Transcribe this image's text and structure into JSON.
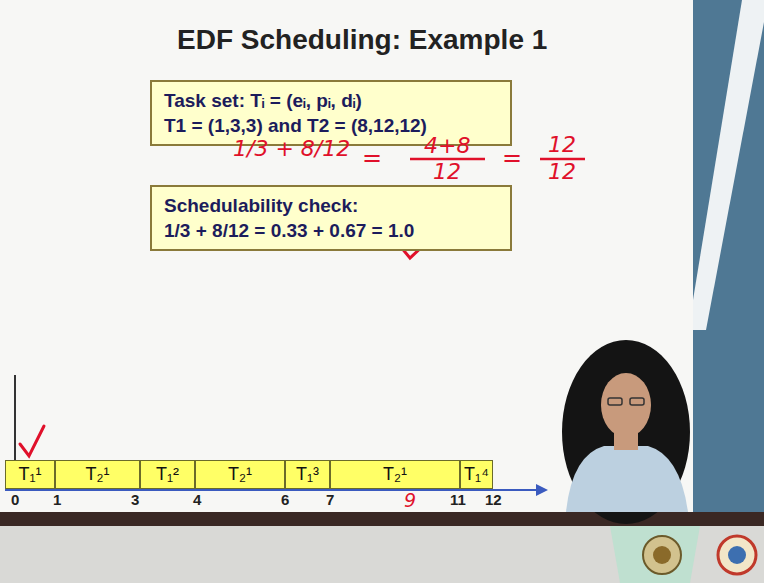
{
  "diagram": {
    "title": "EDF Scheduling: Example 1",
    "nodes": [
      {
        "text": [
          "Task set: Tᵢ = (eᵢ, pᵢ, dᵢ)",
          "T1 = (1,3,3) and T2 = (8,12,12)"
        ]
      },
      {
        "text": [
          "Schedulability check:",
          "1/3 + 8/12 = 0.33 + 0.67 = 1.0"
        ]
      },
      {
        "text": [
          "T₁¹"
        ]
      },
      {
        "text": [
          "T₂¹"
        ]
      },
      {
        "text": [
          "T₁²"
        ]
      },
      {
        "text": [
          "T₂¹"
        ]
      },
      {
        "text": [
          "T₁³"
        ]
      },
      {
        "text": [
          "T₂¹"
        ]
      },
      {
        "text": [
          "T₁⁴"
        ]
      }
    ],
    "labels": [
      "1/3 + 8/12",
      "=",
      "4+8",
      "12",
      "=",
      "12",
      "12",
      "0",
      "1",
      "3",
      "4",
      "6",
      "7",
      "11",
      "12",
      "9"
    ]
  }
}
